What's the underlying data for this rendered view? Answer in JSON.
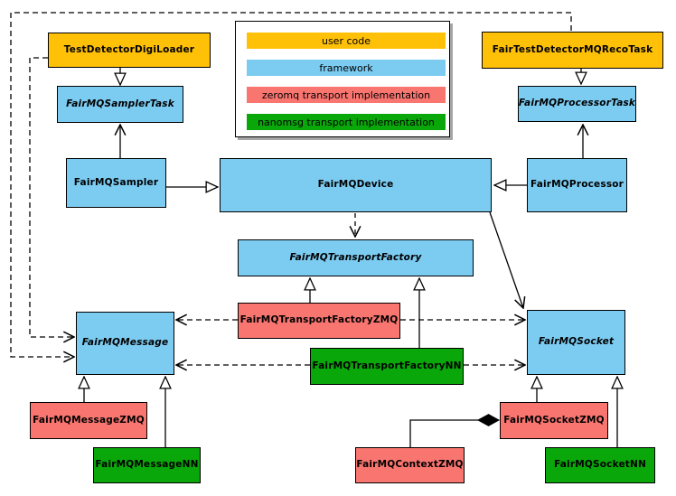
{
  "diagram": {
    "subject": "FairMQ framework class diagram",
    "palette": {
      "user_code": "#FFC107",
      "framework": "#7CCCF2",
      "zeromq": "#F97570",
      "nanomsg": "#0AA70A",
      "line": "#000000",
      "background": "#FFFFFF"
    }
  },
  "legend": {
    "items": [
      {
        "label": "user code",
        "category": "user_code"
      },
      {
        "label": "framework",
        "category": "framework"
      },
      {
        "label": "zeromq transport implementation",
        "category": "zeromq"
      },
      {
        "label": "nanomsg transport implementation",
        "category": "nanomsg"
      }
    ]
  },
  "nodes": {
    "digiLoader": {
      "label": "TestDetectorDigiLoader",
      "category": "user_code",
      "abstract": false
    },
    "recoTask": {
      "label": "FairTestDetectorMQRecoTask",
      "category": "user_code",
      "abstract": false
    },
    "samplerTask": {
      "label": "FairMQSamplerTask",
      "category": "framework",
      "abstract": true
    },
    "processorTask": {
      "label": "FairMQProcessorTask",
      "category": "framework",
      "abstract": true
    },
    "sampler": {
      "label": "FairMQSampler",
      "category": "framework",
      "abstract": false
    },
    "device": {
      "label": "FairMQDevice",
      "category": "framework",
      "abstract": false
    },
    "processor": {
      "label": "FairMQProcessor",
      "category": "framework",
      "abstract": false
    },
    "transportFactory": {
      "label": "FairMQTransportFactory",
      "category": "framework",
      "abstract": true
    },
    "transportFactoryZMQ": {
      "label": "FairMQTransportFactoryZMQ",
      "category": "zeromq",
      "abstract": false
    },
    "transportFactoryNN": {
      "label": "FairMQTransportFactoryNN",
      "category": "nanomsg",
      "abstract": false
    },
    "message": {
      "label": "FairMQMessage",
      "category": "framework",
      "abstract": true
    },
    "socket": {
      "label": "FairMQSocket",
      "category": "framework",
      "abstract": true
    },
    "messageZMQ": {
      "label": "FairMQMessageZMQ",
      "category": "zeromq",
      "abstract": false
    },
    "messageNN": {
      "label": "FairMQMessageNN",
      "category": "nanomsg",
      "abstract": false
    },
    "contextZMQ": {
      "label": "FairMQContextZMQ",
      "category": "zeromq",
      "abstract": false
    },
    "socketZMQ": {
      "label": "FairMQSocketZMQ",
      "category": "zeromq",
      "abstract": false
    },
    "socketNN": {
      "label": "FairMQSocketNN",
      "category": "nanomsg",
      "abstract": false
    }
  },
  "relations": [
    {
      "from": "digiLoader",
      "to": "samplerTask",
      "type": "inheritance"
    },
    {
      "from": "recoTask",
      "to": "processorTask",
      "type": "inheritance"
    },
    {
      "from": "sampler",
      "to": "samplerTask",
      "type": "association"
    },
    {
      "from": "processor",
      "to": "processorTask",
      "type": "association"
    },
    {
      "from": "sampler",
      "to": "device",
      "type": "inheritance"
    },
    {
      "from": "processor",
      "to": "device",
      "type": "inheritance"
    },
    {
      "from": "device",
      "to": "transportFactory",
      "type": "dependency"
    },
    {
      "from": "device",
      "to": "socket",
      "type": "association"
    },
    {
      "from": "transportFactoryZMQ",
      "to": "transportFactory",
      "type": "inheritance"
    },
    {
      "from": "transportFactoryNN",
      "to": "transportFactory",
      "type": "inheritance"
    },
    {
      "from": "transportFactoryZMQ",
      "to": "message",
      "type": "dependency"
    },
    {
      "from": "transportFactoryZMQ",
      "to": "socket",
      "type": "dependency"
    },
    {
      "from": "transportFactoryNN",
      "to": "message",
      "type": "dependency"
    },
    {
      "from": "transportFactoryNN",
      "to": "socket",
      "type": "dependency"
    },
    {
      "from": "messageZMQ",
      "to": "message",
      "type": "inheritance"
    },
    {
      "from": "messageNN",
      "to": "message",
      "type": "inheritance"
    },
    {
      "from": "socketZMQ",
      "to": "socket",
      "type": "inheritance"
    },
    {
      "from": "socketNN",
      "to": "socket",
      "type": "inheritance"
    },
    {
      "from": "digiLoader",
      "to": "message",
      "type": "dependency"
    },
    {
      "from": "recoTask",
      "to": "message",
      "type": "dependency"
    },
    {
      "from": "contextZMQ",
      "to": "socketZMQ",
      "type": "composition"
    }
  ]
}
